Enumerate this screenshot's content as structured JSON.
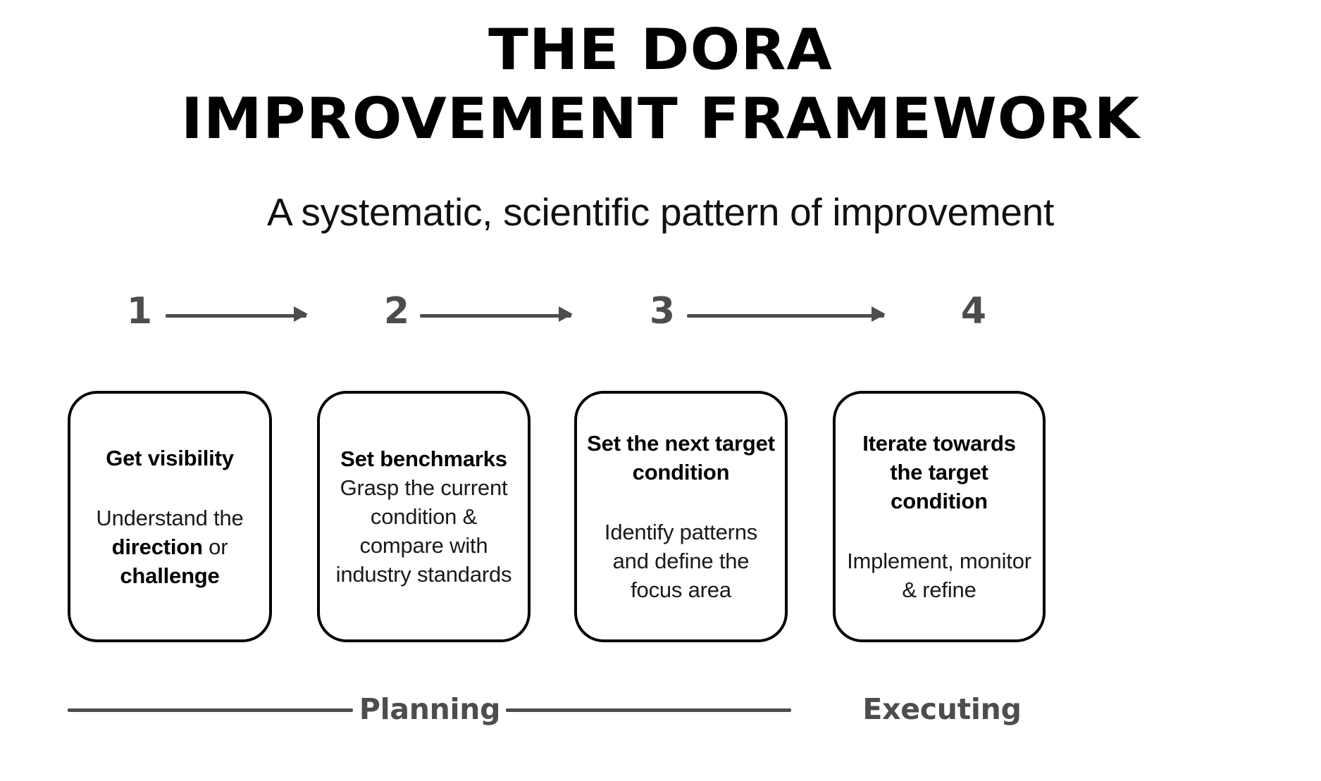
{
  "header": {
    "title_line_1": "THE DORA",
    "title_line_2": "IMPROVEMENT FRAMEWORK",
    "subtitle": "A systematic, scientific pattern of improvement"
  },
  "steps": [
    {
      "number": "1"
    },
    {
      "number": "2"
    },
    {
      "number": "3"
    },
    {
      "number": "4"
    }
  ],
  "cards": [
    {
      "title": "Get visibility",
      "body_plain": "Understand the direction or challenge",
      "body_prefix": "Understand the ",
      "body_bold_1": "direction",
      "body_middle": " or ",
      "body_bold_2": "challenge"
    },
    {
      "title": "Set benchmarks",
      "body_plain": "Grasp the current condition & compare with industry standards"
    },
    {
      "title": "Set the next target condition",
      "body_plain": "Identify patterns and define the focus area"
    },
    {
      "title": "Iterate towards the target condition",
      "body_plain": "Implement, monitor & refine"
    }
  ],
  "phases": {
    "planning_label": "Planning",
    "executing_label": "Executing"
  },
  "colors": {
    "accent_gray": "#4d4d4d",
    "ink": "#000000",
    "background": "#ffffff"
  }
}
